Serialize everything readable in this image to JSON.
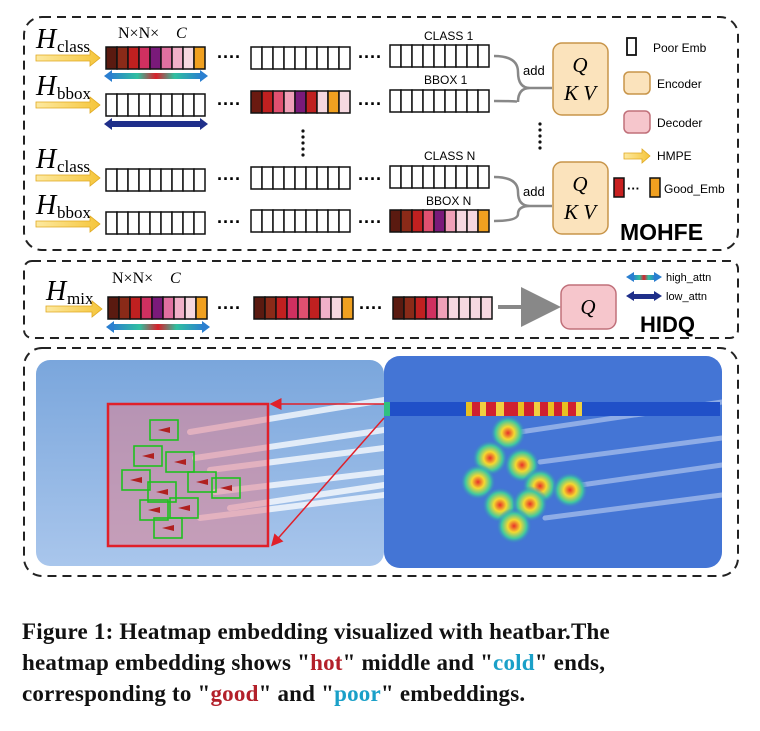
{
  "top_panel": {
    "h_symbol": "H",
    "sub_class": "class",
    "sub_bbox": "bbox",
    "dims": "N×N×C",
    "dims_n": "N×N×",
    "dims_c": "C",
    "dots": "····",
    "class_1": "CLASS 1",
    "bbox_1": "BBOX 1",
    "class_n": "CLASS N",
    "bbox_n": "BBOX N",
    "add": "add",
    "q": "Q",
    "kv": "K V",
    "title": "MOHFE"
  },
  "legend": {
    "poor_emb": "Poor Emb",
    "encoder": "Encoder",
    "decoder": "Decoder",
    "hmpe": "HMPE",
    "good_emb": "Good_Emb",
    "high_attn": "high_attn",
    "low_attn": "low_attn"
  },
  "middle_panel": {
    "sub_mix": "mix",
    "q": "Q",
    "title": "HIDQ"
  },
  "caption": {
    "line1": "Figure 1: Heatmap embedding visualized with heatbar.The",
    "line2a": "heatmap embedding shows \"",
    "hot": "hot",
    "line2b": "\" middle and \"",
    "cold": "cold",
    "line2c": "\" ends,",
    "line3a": "corresponding to \"",
    "good": "good",
    "line3b": "\" and \"",
    "poor": "poor",
    "line3c": "\" embeddings."
  },
  "colors": {
    "encoder_fill": "#fbe3bc",
    "encoder_stroke": "#c8954a",
    "decoder_fill": "#f6c6cc",
    "decoder_stroke": "#c0707a",
    "arrow_yellow": "#f5c53a",
    "high_attn_teal": "#1fa0a8",
    "low_attn_navy": "#1f2f8a",
    "hot_red": "#b3202a",
    "cold_blue": "#1aa0c8"
  }
}
